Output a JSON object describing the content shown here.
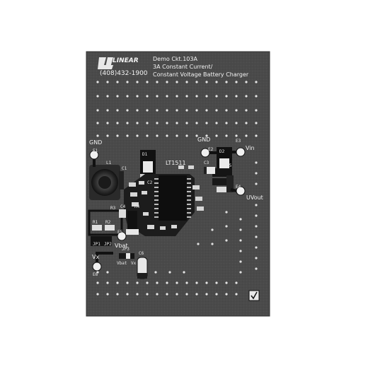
{
  "board": {
    "logo": "LINEAR",
    "phone": "(408)432-1900",
    "title_line1": "Demo Ckt.103A",
    "title_line2": "3A Constant Current/",
    "title_line3": "Constant Voltage Battery Charger",
    "chip_label": "LT1511"
  },
  "terminals": {
    "gnd_left": "GND",
    "gnd_right": "GND",
    "vin": "Vin",
    "vout": "UVout",
    "vbat": "Vbat",
    "vx": "Vx",
    "vbat_jumper": "Vbat",
    "vx_jumper": "Vx"
  },
  "silkscreen": {
    "e1": "E1",
    "e2": "E2",
    "e3": "E3",
    "e4": "E4",
    "e5": "E5",
    "e6": "E6",
    "l1": "L1",
    "d1": "D1",
    "d2": "D2",
    "c1": "C1",
    "c2": "C2",
    "c3": "C3",
    "c4": "C4",
    "c5": "C5",
    "c6": "C6",
    "r1": "R1",
    "r2": "R2",
    "r3": "R3",
    "r4": "R4",
    "jp1": "JP1",
    "jp2": "JP2",
    "jp3": "JP3"
  },
  "colors": {
    "background": "#ffffff",
    "board": "#4b4b4b",
    "board_edge": "#3a3a3a",
    "silk": "#ececec",
    "component": "#1c1c1c",
    "pad": "#d8d8d8"
  },
  "icons": {
    "logo": "linear-technology-logo",
    "corner_mark": "check-box-mark"
  }
}
